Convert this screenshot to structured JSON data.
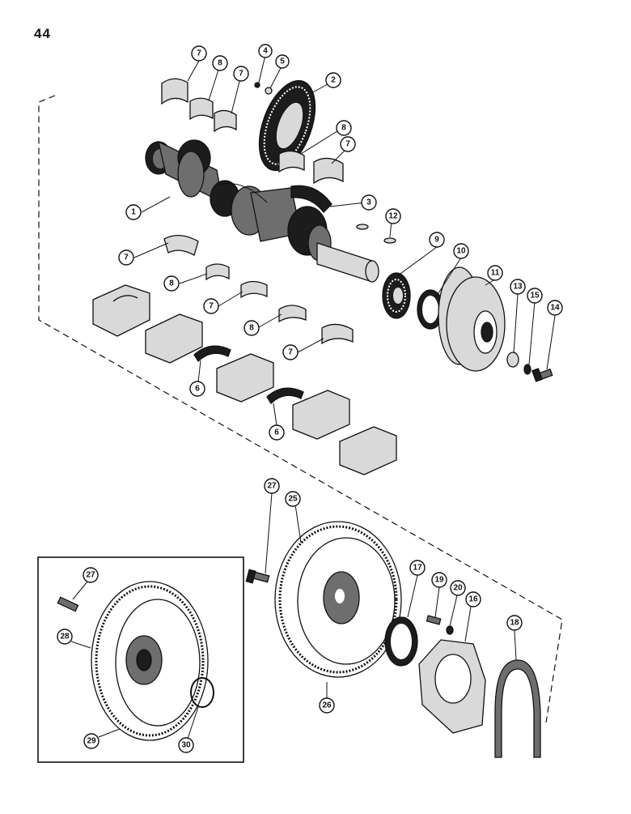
{
  "page_number": "44",
  "callouts": {
    "c1": "1",
    "c2": "2",
    "c3": "3",
    "c4": "4",
    "c5": "5",
    "c6a": "6",
    "c6b": "6",
    "c7a": "7",
    "c7b": "7",
    "c7c": "7",
    "c7d": "7",
    "c7e": "7",
    "c7f": "7",
    "c8a": "8",
    "c8b": "8",
    "c8c": "8",
    "c8d": "8",
    "c9": "9",
    "c10": "10",
    "c11": "11",
    "c12": "12",
    "c13": "13",
    "c14": "14",
    "c15": "15",
    "c16": "16",
    "c17": "17",
    "c18": "18",
    "c19": "19",
    "c20": "20",
    "c25": "25",
    "c26": "26",
    "c27a": "27",
    "c27b": "27",
    "c28": "28",
    "c29": "29",
    "c30": "30"
  }
}
